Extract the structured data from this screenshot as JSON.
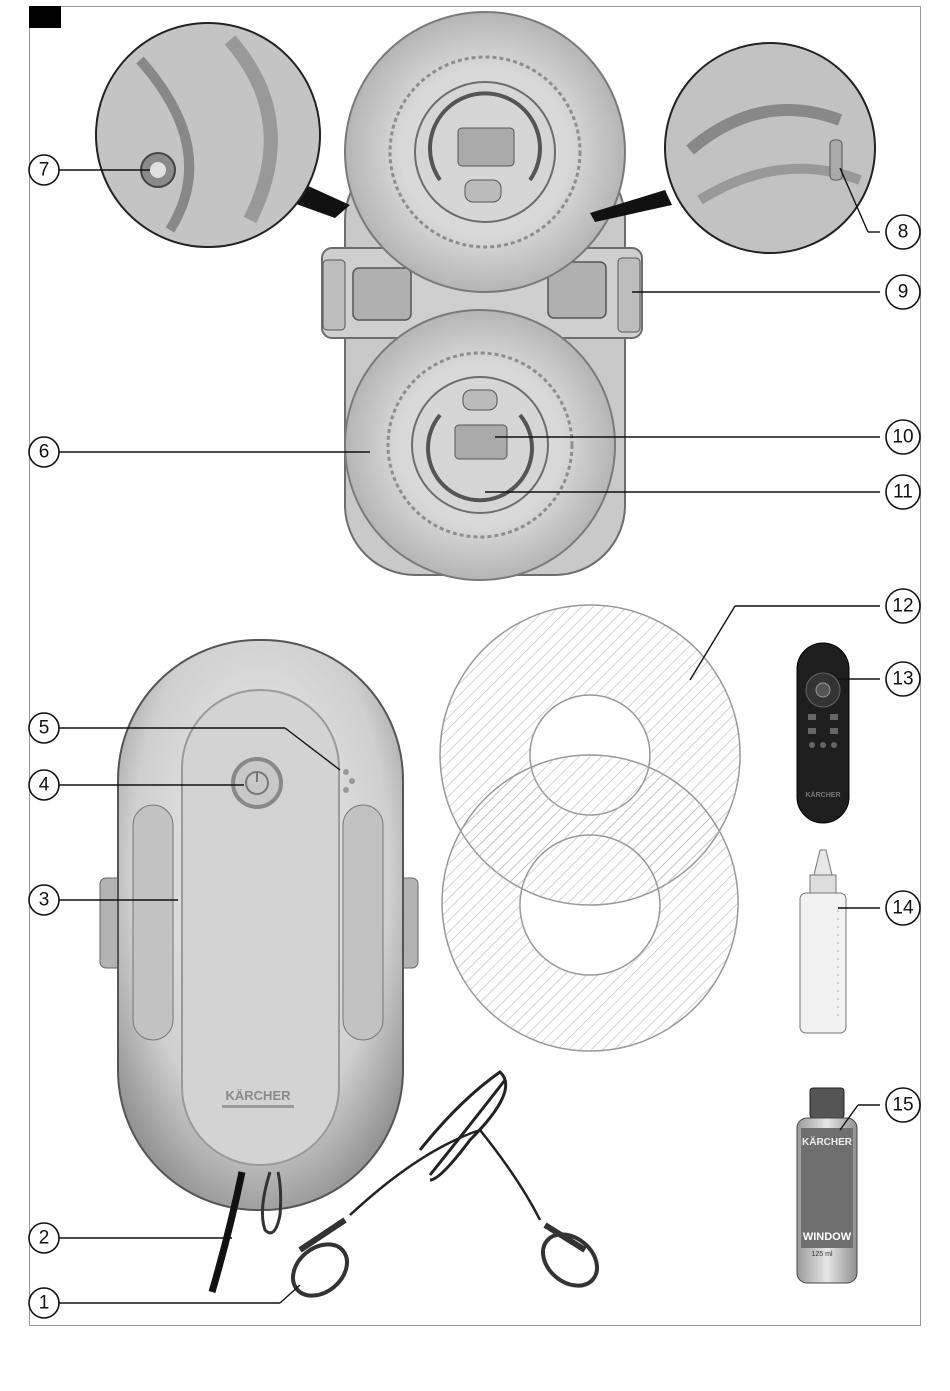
{
  "callouts": [
    {
      "id": "1",
      "label": "1"
    },
    {
      "id": "2",
      "label": "2"
    },
    {
      "id": "3",
      "label": "3"
    },
    {
      "id": "4",
      "label": "4"
    },
    {
      "id": "5",
      "label": "5"
    },
    {
      "id": "6",
      "label": "6"
    },
    {
      "id": "7",
      "label": "7"
    },
    {
      "id": "8",
      "label": "8"
    },
    {
      "id": "9",
      "label": "9"
    },
    {
      "id": "10",
      "label": "10"
    },
    {
      "id": "11",
      "label": "11"
    },
    {
      "id": "12",
      "label": "12"
    },
    {
      "id": "13",
      "label": "13"
    },
    {
      "id": "14",
      "label": "14"
    },
    {
      "id": "15",
      "label": "15"
    }
  ],
  "device": {
    "brand": "KÄRCHER"
  },
  "remote": {
    "brand": "KÄRCHER"
  },
  "detergent": {
    "brand": "KÄRCHER",
    "product": "WINDOW",
    "volume": "125 ml"
  }
}
